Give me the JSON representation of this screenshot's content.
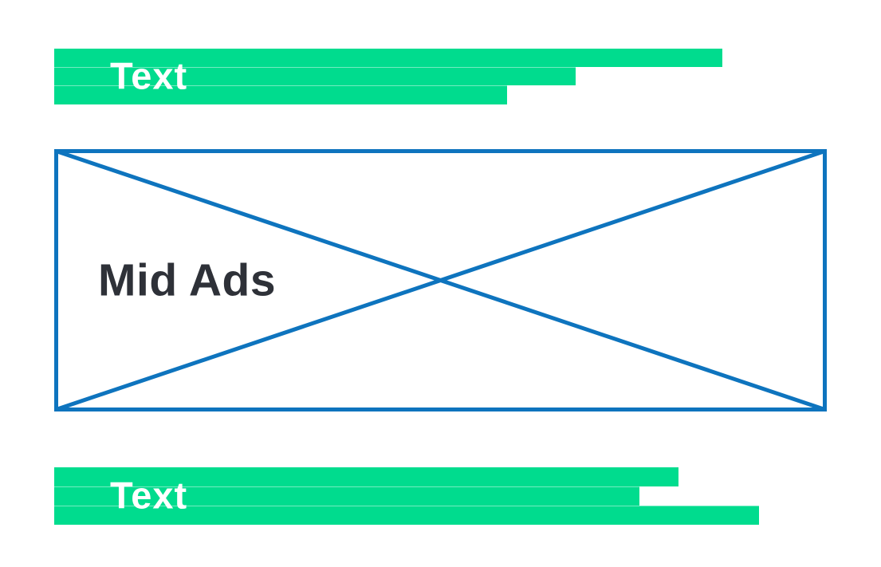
{
  "colors": {
    "canvas_white": "#FFFFFF",
    "highlight_green": "#00DC8E",
    "ad_border_blue": "#0E74BE",
    "ad_text_dark": "#2E3138",
    "label_white": "#FFFFFF"
  },
  "top_text_block": {
    "label": "Text"
  },
  "mid_ad": {
    "label": "Mid Ads"
  },
  "bottom_text_block": {
    "label": "Text"
  }
}
